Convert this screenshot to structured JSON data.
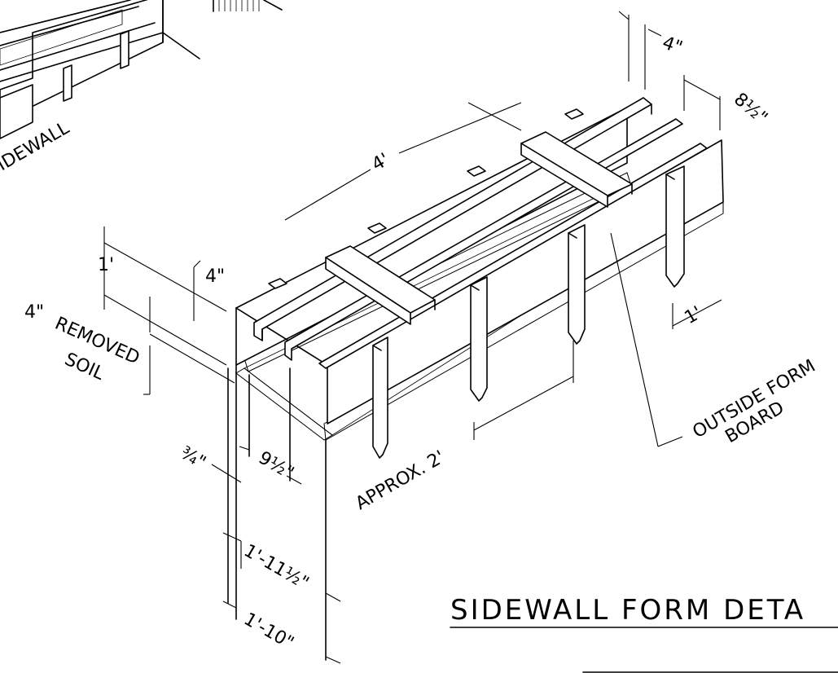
{
  "title": "SIDEWALL FORM DETA",
  "labels": {
    "sidewall_partial": "IDEWALL",
    "removed": "REMOVED",
    "soil": "SOIL",
    "outside": "OUTSIDE FORM",
    "board": "BOARD",
    "approx": "APPROX. 2'"
  },
  "dimensions": {
    "top_4in": "4\"",
    "spacing_8_5": "8½\"",
    "length_4ft": "4'",
    "height_1ft": "1'",
    "board_4in": "4\"",
    "soil_4in": "4\"",
    "stake_1ft": "1'",
    "three_quarter": "¾\"",
    "nine_half": "9½\"",
    "width_1_11_5": "1'-11½\"",
    "width_1_10": "1'-10\""
  }
}
